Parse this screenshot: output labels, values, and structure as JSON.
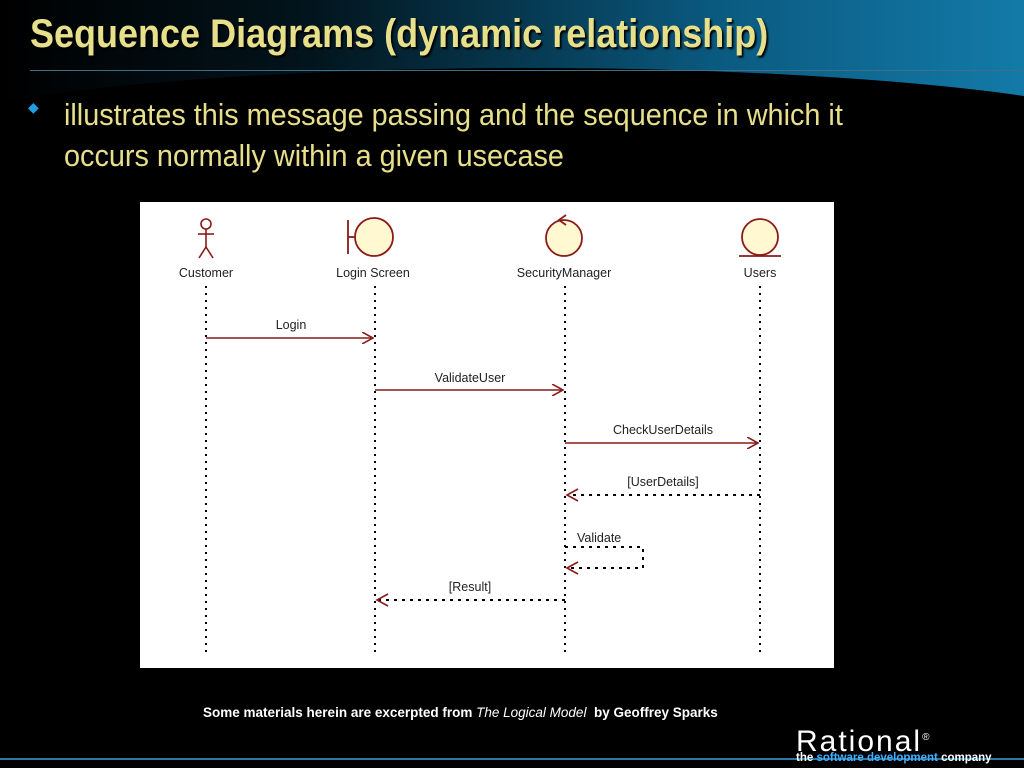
{
  "slide": {
    "title": "Sequence Diagrams (dynamic relationship)",
    "bullet": "illustrates this message passing and the sequence in which it occurs normally within  a given usecase"
  },
  "diagram": {
    "lifelines": [
      {
        "id": "customer",
        "label": "Customer",
        "kind": "actor"
      },
      {
        "id": "login-screen",
        "label": "Login Screen",
        "kind": "boundary"
      },
      {
        "id": "security-manager",
        "label": "SecurityManager",
        "kind": "control"
      },
      {
        "id": "users",
        "label": "Users",
        "kind": "entity"
      }
    ],
    "messages": [
      {
        "label": "Login",
        "from": "Customer",
        "to": "Login Screen",
        "style": "solid"
      },
      {
        "label": "ValidateUser",
        "from": "Login Screen",
        "to": "SecurityManager",
        "style": "solid"
      },
      {
        "label": "CheckUserDetails",
        "from": "SecurityManager",
        "to": "Users",
        "style": "solid"
      },
      {
        "label": "[UserDetails]",
        "from": "Users",
        "to": "SecurityManager",
        "style": "dashed"
      },
      {
        "label": "Validate",
        "from": "SecurityManager",
        "to": "SecurityManager",
        "style": "dashed"
      },
      {
        "label": "[Result]",
        "from": "SecurityManager",
        "to": "Login Screen",
        "style": "dashed"
      }
    ]
  },
  "credit": {
    "prefix": "Some materials herein are excerpted from ",
    "book": "The Logical Model",
    "suffix": "  by Geoffrey Sparks"
  },
  "logo": {
    "word": "Rational",
    "registered": "®",
    "tag_before": "the ",
    "tag_highlight": "software development",
    "tag_after": " company"
  },
  "colors": {
    "title": "#e8df8a",
    "bullet_icon": "#1e9fe0",
    "diagram_stroke": "#8b1a1a",
    "logo_highlight": "#40b0ff"
  },
  "icons": {
    "bullet": "diamond-bullet-icon",
    "customer": "actor-icon",
    "login_screen": "boundary-icon",
    "security_manager": "control-icon",
    "users": "entity-icon"
  }
}
